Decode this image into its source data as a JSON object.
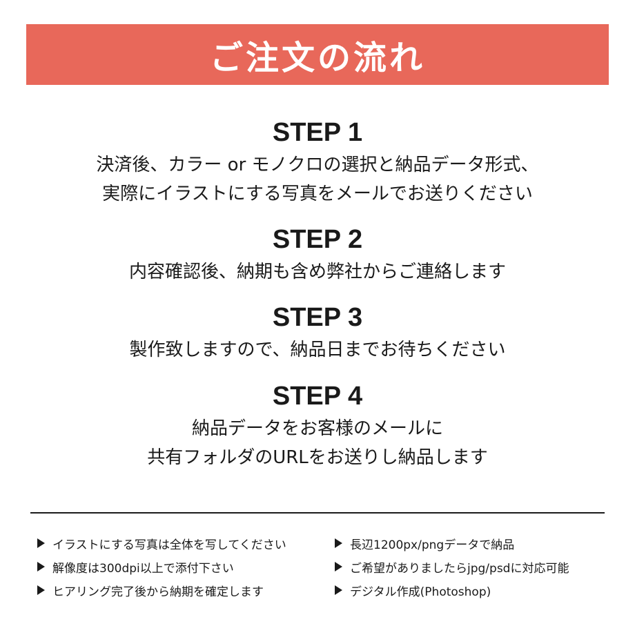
{
  "banner": {
    "title": "ご注文の流れ"
  },
  "steps": [
    {
      "heading": "STEP 1",
      "lines": [
        "決済後、カラー or モノクロの選択と納品データ形式、",
        "実際にイラストにする写真をメールでお送りください"
      ]
    },
    {
      "heading": "STEP 2",
      "lines": [
        "内容確認後、納期も含め弊社からご連絡します"
      ]
    },
    {
      "heading": "STEP 3",
      "lines": [
        "製作致しますので、納品日までお待ちください"
      ]
    },
    {
      "heading": "STEP 4",
      "lines": [
        "納品データをお客様のメールに",
        "共有フォルダのURLをお送りし納品します"
      ]
    }
  ],
  "notes_left": [
    "イラストにする写真は全体を写してください",
    "解像度は300dpi以上で添付下さい",
    "ヒアリング完了後から納期を確定します"
  ],
  "notes_right": [
    "長辺1200px/pngデータで納品",
    "ご希望がありましたらjpg/psdに対応可能",
    "デジタル作成(Photoshop)"
  ],
  "colors": {
    "banner": "#e8685a",
    "text": "#1a1a1a"
  },
  "icons": {
    "bullet": "triangle-right-icon"
  }
}
